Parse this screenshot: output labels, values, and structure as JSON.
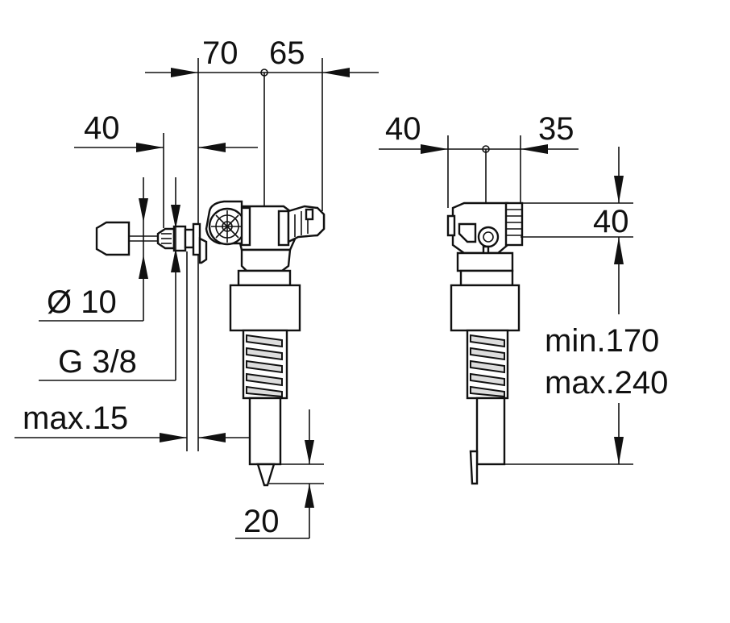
{
  "dimensions": {
    "front_view": {
      "top_left": "70",
      "top_right": "65",
      "side_offset": "40",
      "pipe_diameter": "Ø 10",
      "thread": "G 3/8",
      "max_wall": "max.15",
      "bottom": "20"
    },
    "side_view": {
      "left": "40",
      "right": "35",
      "head_height": "40",
      "min_height": "min.170",
      "max_height": "max.240"
    }
  },
  "colors": {
    "line": "#111111",
    "background": "#ffffff"
  }
}
